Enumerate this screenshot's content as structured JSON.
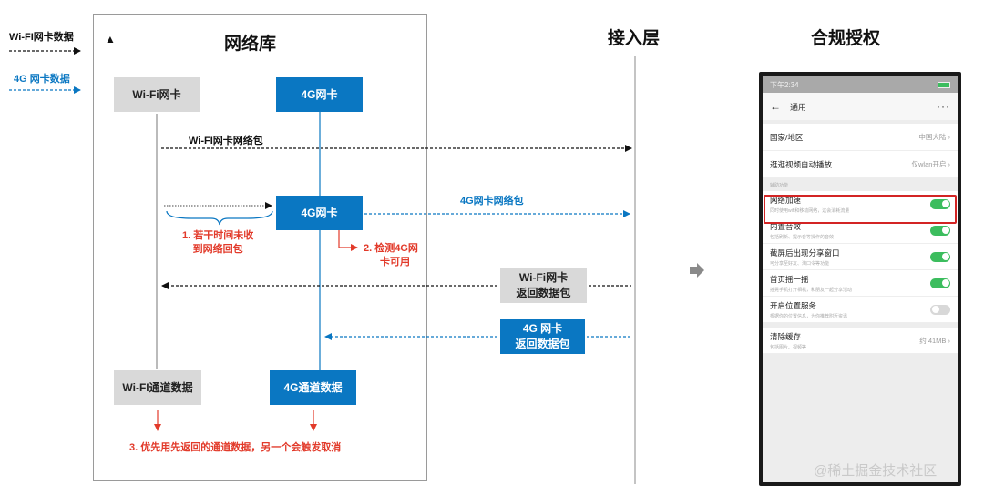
{
  "legend": {
    "wifi_label": "Wi-FI网卡数据",
    "g4_label": "4G 网卡数据"
  },
  "headers": {
    "network_lib": "网络库",
    "access_layer": "接入层",
    "compliance": "合规授权"
  },
  "boxes": {
    "wifi_card_top": "Wi-Fi网卡",
    "g4_card_top": "4G网卡",
    "g4_card_mid": "4G网卡",
    "wifi_return": [
      "Wi-Fi网卡",
      "返回数据包"
    ],
    "g4_return": [
      "4G 网卡",
      "返回数据包"
    ],
    "wifi_channel": "Wi-FI通道数据",
    "g4_channel": "4G通道数据"
  },
  "arrows": {
    "wifi_packet": "Wi-FI网卡网络包",
    "g4_packet": "4G网卡网络包"
  },
  "annotations": {
    "step1": [
      "1. 若干时间未收",
      "到网络回包"
    ],
    "step2": [
      "2. 检测4G网",
      "卡可用"
    ],
    "step3": "3. 优先用先返回的通道数据，另一个会触发取消"
  },
  "phone": {
    "status_time": "下午2:34",
    "nav_title": "通用",
    "rows": [
      {
        "label": "国家/地区",
        "value": "中国大陆 ›"
      },
      {
        "label": "逛逛视频自动播放",
        "value": "仅wlan开启 ›"
      }
    ],
    "section_label": "辅助功能",
    "toggles": [
      {
        "label": "网络加速",
        "sub": "同时使用wifi和移动网络，这会消耗流量",
        "on": true
      },
      {
        "label": "内置音效",
        "sub": "包括刷新、提示音等操作的音效",
        "on": true
      },
      {
        "label": "截屏后出现分享窗口",
        "sub": "可分享至好友、淘口令等功能",
        "on": true
      },
      {
        "label": "首页摇一摇",
        "sub": "摇晃手机打开相机，和朋友一起分享活动",
        "on": true
      },
      {
        "label": "开启位置服务",
        "sub": "根据你的位置信息，为你推荐附近资讯",
        "on": false
      }
    ],
    "cache": {
      "label": "清除缓存",
      "sub": "包括图片、视频等",
      "value": "约 41MB ›"
    }
  },
  "watermark": "@稀土掘金技术社区",
  "colors": {
    "blue": "#0a77c2",
    "red": "#e23a2a",
    "gray_box": "#d9d9d9",
    "toggle_on": "#3cbd5e"
  }
}
